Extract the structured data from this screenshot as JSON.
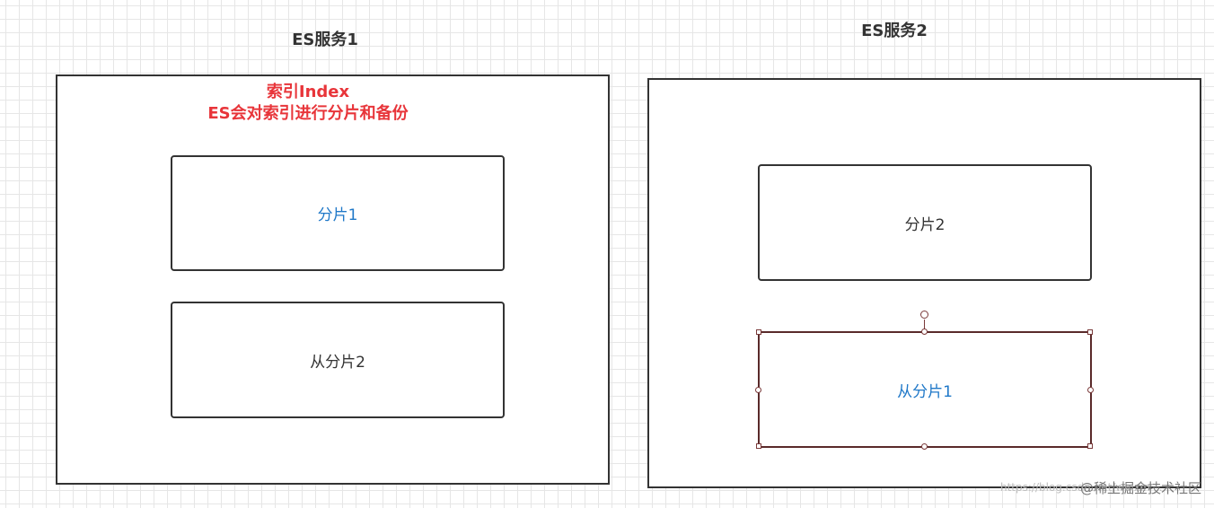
{
  "server1": {
    "title": "ES服务1",
    "index_label_line1": "索引Index",
    "index_label_line2": "ES会对索引进行分片和备份",
    "shard_top": "分片1",
    "shard_bottom": "从分片2"
  },
  "server2": {
    "title": "ES服务2",
    "shard_top": "分片2",
    "shard_bottom": "从分片1"
  },
  "watermark": {
    "text": "@稀土掘金技术社区",
    "url": "https://blog.csdn.net/weixin_..."
  },
  "colors": {
    "index_label": "#e8353a",
    "shard_blue_text": "#1f78c8",
    "border": "#333333"
  }
}
